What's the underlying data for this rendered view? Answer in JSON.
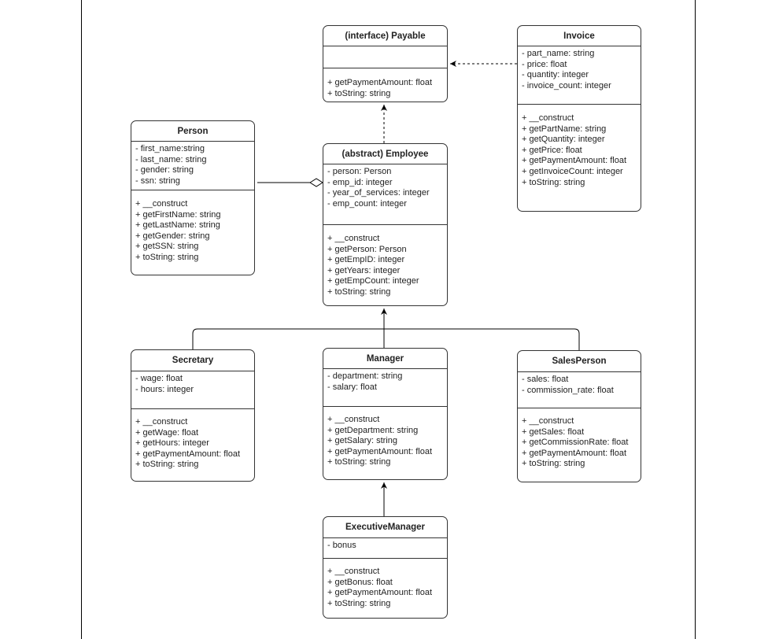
{
  "classes": {
    "payable": {
      "name": "(interface) Payable",
      "attributes": [],
      "methods": [
        "+ getPaymentAmount: float",
        "+ toString: string"
      ]
    },
    "invoice": {
      "name": "Invoice",
      "attributes": [
        "- part_name: string",
        "- price: float",
        "- quantity: integer",
        "- invoice_count: integer"
      ],
      "methods": [
        "+ __construct",
        "+ getPartName: string",
        "+ getQuantity: integer",
        "+ getPrice: float",
        "+ getPaymentAmount: float",
        "+ getInvoiceCount: integer",
        "+ toString: string"
      ]
    },
    "person": {
      "name": "Person",
      "attributes": [
        "- first_name:string",
        "- last_name: string",
        "- gender: string",
        "- ssn: string"
      ],
      "methods": [
        "+ __construct",
        "+ getFirstName: string",
        "+ getLastName: string",
        "+ getGender: string",
        "+ getSSN: string",
        "+ toString: string"
      ]
    },
    "employee": {
      "name": "(abstract) Employee",
      "attributes": [
        "- person: Person",
        "- emp_id: integer",
        "- year_of_services: integer",
        "- emp_count: integer"
      ],
      "methods": [
        "+ __construct",
        "+ getPerson: Person",
        "+ getEmpID: integer",
        "+ getYears: integer",
        "+ getEmpCount: integer",
        "+ toString: string"
      ]
    },
    "secretary": {
      "name": "Secretary",
      "attributes": [
        "- wage: float",
        "- hours: integer"
      ],
      "methods": [
        "+ __construct",
        "+ getWage: float",
        "+ getHours: integer",
        "+ getPaymentAmount: float",
        "+ toString: string"
      ]
    },
    "manager": {
      "name": "Manager",
      "attributes": [
        "- department: string",
        "- salary: float"
      ],
      "methods": [
        "+ __construct",
        "+ getDepartment: string",
        "+ getSalary: string",
        "+ getPaymentAmount: float",
        "+ toString: string"
      ]
    },
    "salesperson": {
      "name": "SalesPerson",
      "attributes": [
        "- sales: float",
        "- commission_rate: float"
      ],
      "methods": [
        "+ __construct",
        "+ getSales: float",
        "+ getCommissionRate: float",
        "+ getPaymentAmount: float",
        "+ toString: string"
      ]
    },
    "executivemanager": {
      "name": "ExecutiveManager",
      "attributes": [
        "- bonus"
      ],
      "methods": [
        "+ __construct",
        "+ getBonus: float",
        "+ getPaymentAmount: float",
        "+ toString: string"
      ]
    }
  },
  "relations": [
    {
      "from": "Invoice",
      "to": "(interface) Payable",
      "type": "realization"
    },
    {
      "from": "(abstract) Employee",
      "to": "(interface) Payable",
      "type": "realization"
    },
    {
      "from": "Person",
      "to": "(abstract) Employee",
      "type": "aggregation"
    },
    {
      "from": "Secretary",
      "to": "(abstract) Employee",
      "type": "inheritance"
    },
    {
      "from": "Manager",
      "to": "(abstract) Employee",
      "type": "inheritance"
    },
    {
      "from": "SalesPerson",
      "to": "(abstract) Employee",
      "type": "inheritance"
    },
    {
      "from": "ExecutiveManager",
      "to": "Manager",
      "type": "inheritance"
    }
  ]
}
